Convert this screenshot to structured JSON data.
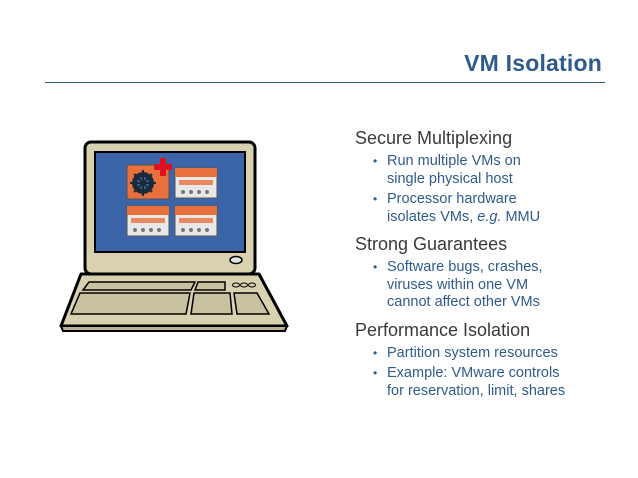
{
  "slide": {
    "title": "VM Isolation",
    "sections": [
      {
        "heading": "Secure Multiplexing",
        "bullets": [
          {
            "lines": [
              "Run multiple VMs on",
              "single physical host"
            ]
          },
          {
            "line1": "Processor hardware",
            "line2_prefix": "isolates VMs, ",
            "line2_italic": "e.g.",
            "line2_suffix": " MMU"
          }
        ]
      },
      {
        "heading": "Strong Guarantees",
        "bullets": [
          {
            "lines": [
              "Software bugs, crashes,",
              "viruses within one VM",
              "cannot affect other VMs"
            ]
          }
        ]
      },
      {
        "heading": "Performance Isolation",
        "bullets": [
          {
            "lines": [
              "Partition system resources"
            ]
          },
          {
            "lines": [
              "Example: VMware controls",
              "for reservation, limit, shares"
            ]
          }
        ]
      }
    ]
  },
  "illustration": {
    "icon": "laptop-icon",
    "colors": {
      "screen_bg": "#3c64a8",
      "bezel": "#d8d2b0",
      "vm_header": "#e8703c",
      "red_cross": "#e0101c"
    }
  }
}
